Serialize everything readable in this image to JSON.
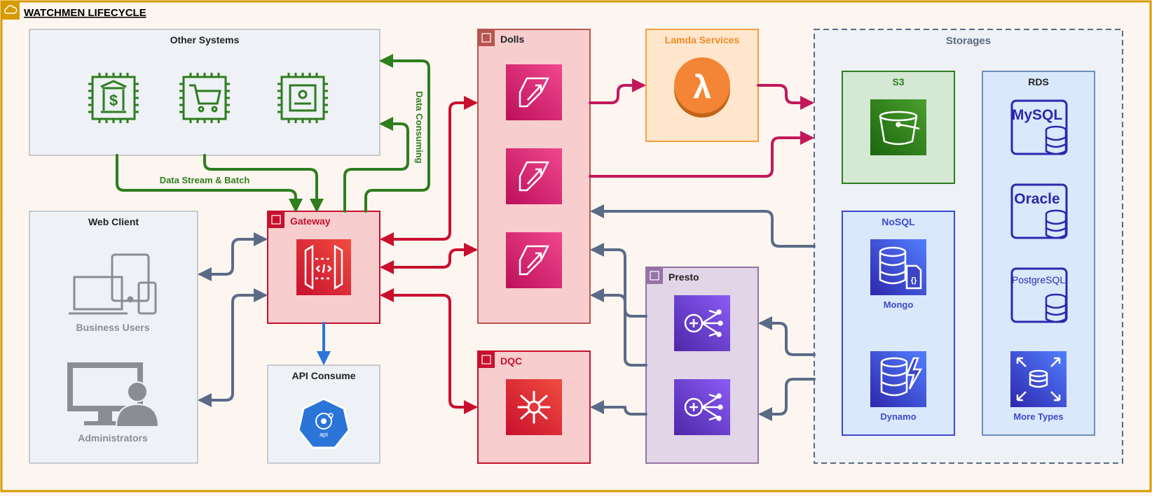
{
  "title": "WATCHMEN LIFECYCLE",
  "colors": {
    "frame": "#d79b00",
    "green": "#2e7d1f",
    "red": "#c8102e",
    "crimson": "#c2185b",
    "slate": "#5a6b86",
    "blue": "#2b74d8",
    "gray": "#8a8d91",
    "indigo": "#3f48cc"
  },
  "groups": {
    "other_systems": "Other Systems",
    "web_client": "Web Client",
    "gateway": "Gateway",
    "api_consume": "API Consume",
    "dolls": "Dolls",
    "dqc": "DQC",
    "lamda": "Lamda Services",
    "presto": "Presto",
    "storages": "Storages",
    "s3": "S3",
    "nosql": "NoSQL",
    "rds": "RDS"
  },
  "labels": {
    "business_users": "Business Users",
    "administrators": "Administrators",
    "data_stream_batch": "Data Stream & Batch",
    "data_consuming": "Data Consuming",
    "mongo": "Mongo",
    "dynamo": "Dynamo",
    "more_types": "More Types",
    "mysql": "MySQL",
    "oracle": "Oracle",
    "postgresql": "PostgreSQL",
    "api": "api"
  },
  "icons": {
    "banking_chip": "bank-chip-icon",
    "cart_chip": "cart-chip-icon",
    "settings_chip": "settings-chip-icon",
    "api_gateway": "api-gateway-icon",
    "event_bridge": "event-bridge-icon",
    "lambda": "lambda-icon",
    "s3_bucket": "s3-bucket-icon",
    "kafka": "kafka-icon",
    "athena": "athena-icon"
  }
}
